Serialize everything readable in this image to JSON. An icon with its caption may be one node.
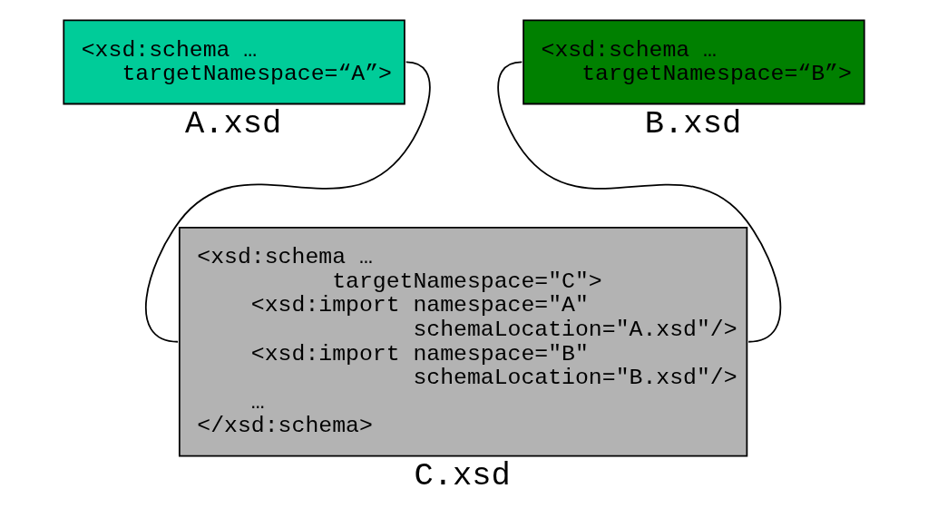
{
  "diagram": {
    "nodes": [
      {
        "text": [
          "<xsd:schema …",
          "targetNamespace=“A”>"
        ],
        "beside": [
          "A.xsd"
        ]
      },
      {
        "text": [
          "<xsd:schema …",
          "targetNamespace=“B”>"
        ],
        "beside": [
          "B.xsd"
        ]
      },
      {
        "text": [
          "<xsd:schema …",
          "targetNamespace=\"C\">",
          "<xsd:import namespace=\"A\"",
          "schemaLocation=\"A.xsd\"/>",
          "<xsd:import namespace=\"B\"",
          "schemaLocation=\"B.xsd\"/>",
          "…",
          "</xsd:schema>"
        ],
        "beside": [
          "C.xsd"
        ]
      }
    ],
    "edges": [
      {
        "from": 0,
        "to": 2,
        "arrow": "none"
      },
      {
        "from": 1,
        "to": 2,
        "arrow": "none"
      }
    ]
  }
}
